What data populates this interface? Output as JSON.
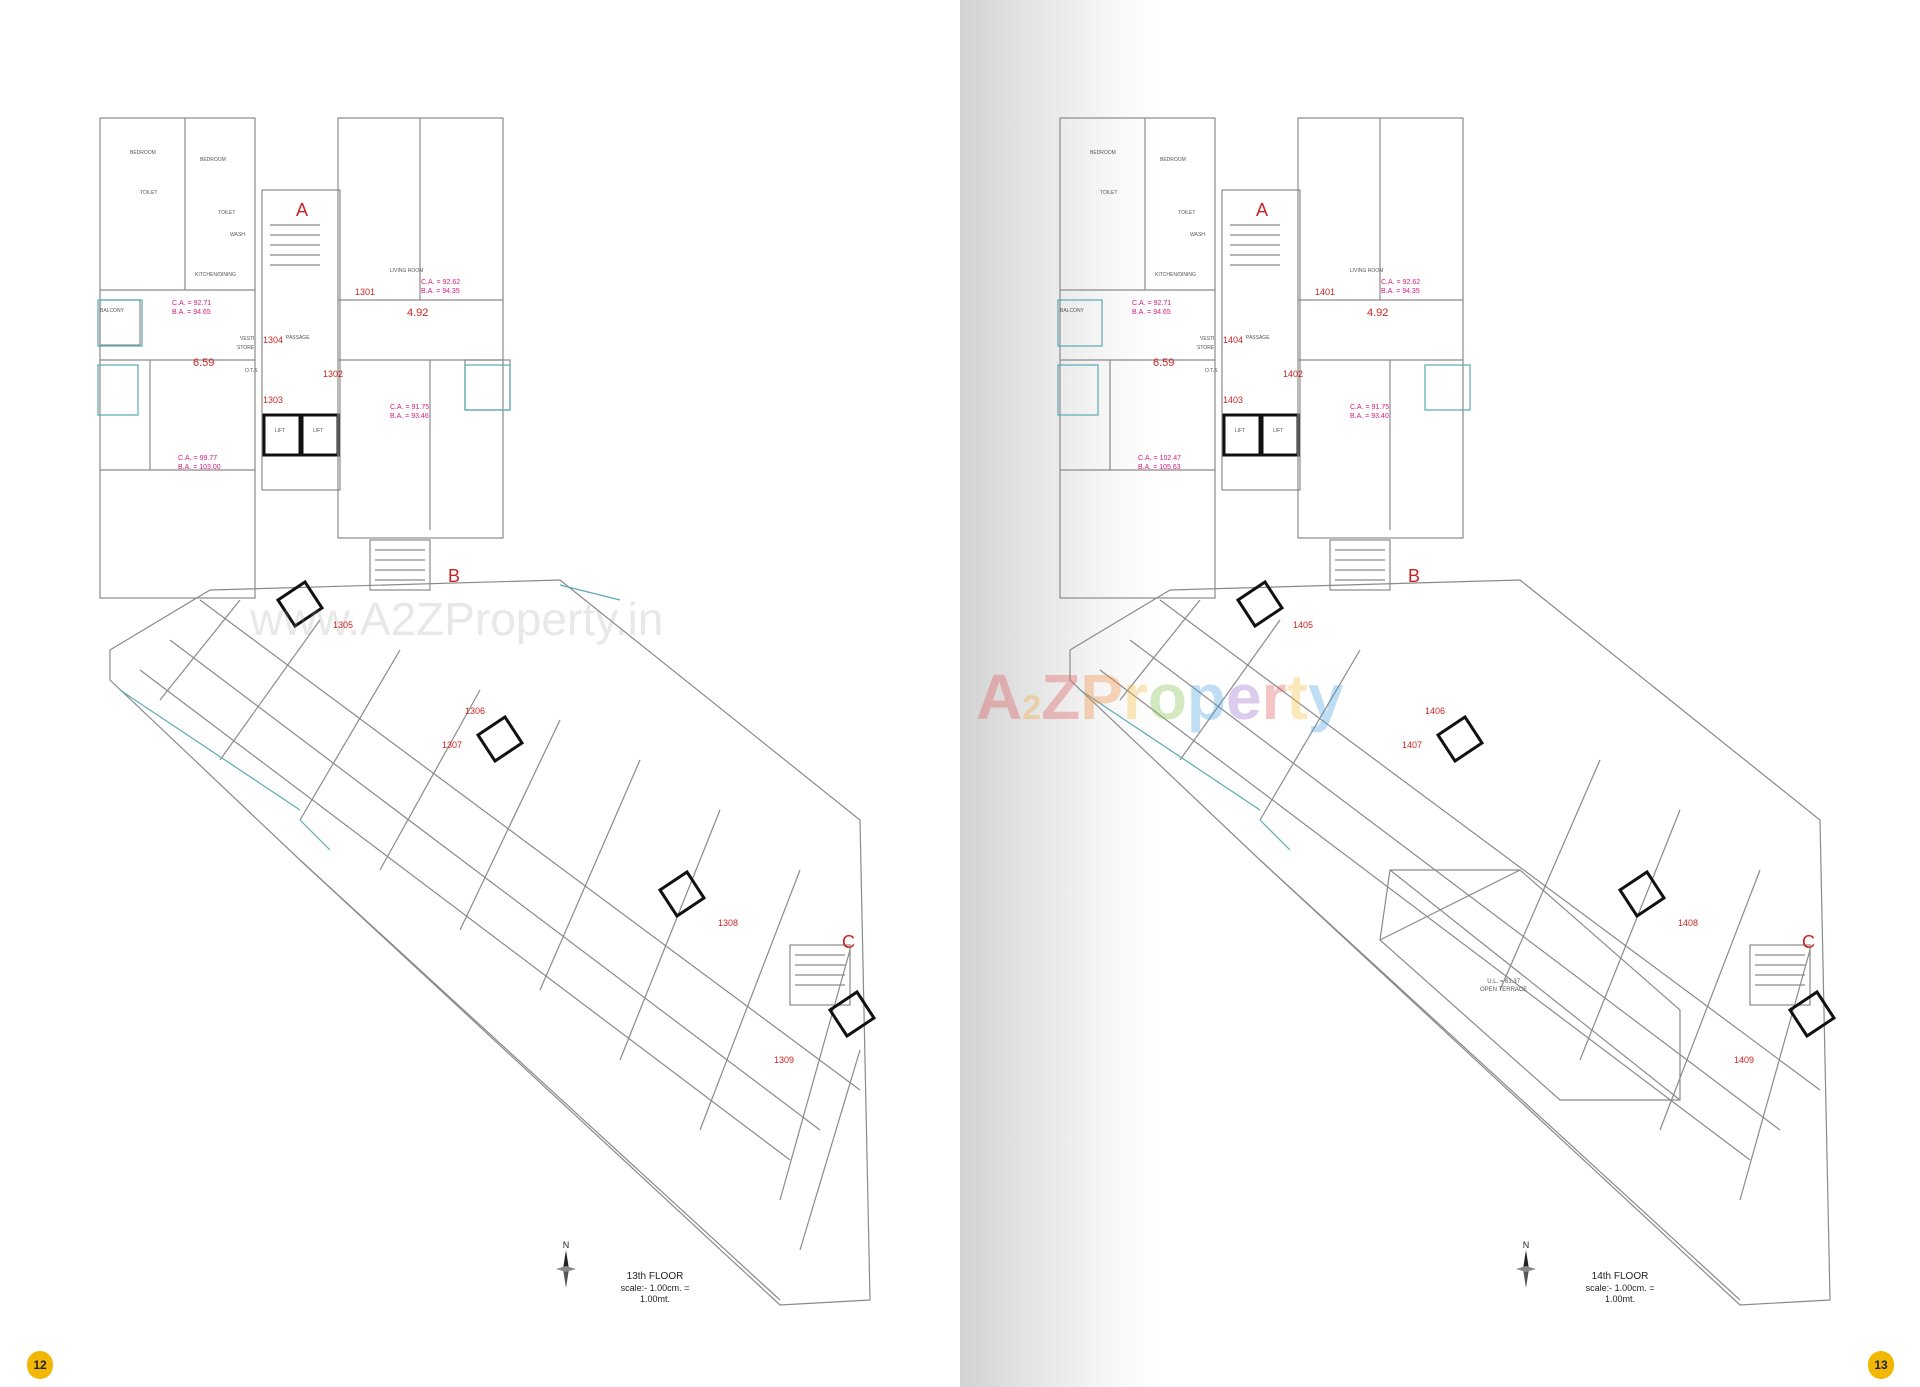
{
  "watermark": {
    "url": "www.A2ZProperty.in",
    "logo": [
      "A",
      "2",
      "Z",
      " ",
      "P",
      "r",
      "o",
      "p",
      "e",
      "r",
      "t",
      "y"
    ]
  },
  "logo_colors": [
    "#e05555",
    "#f4a53a",
    "#e05555",
    "#ffffff",
    "#f08a3a",
    "#f6c23e",
    "#7fc24e",
    "#4aa3df",
    "#9b6fd1",
    "#e05555",
    "#f6c23e",
    "#4aa3df"
  ],
  "accent_red": "#cc2222",
  "accent_pink": "#d81b7a",
  "page_number_color": "#f2b705",
  "left": {
    "page_number": "12",
    "floor_label": "13th FLOOR",
    "scale_label": "scale:- 1.00cm. = 1.00mt.",
    "north": "N",
    "wings": [
      "A",
      "B",
      "C"
    ],
    "flat_numbers": [
      "1301",
      "1302",
      "1303",
      "1304",
      "1305",
      "1306",
      "1307",
      "1308",
      "1309"
    ],
    "levels": [
      "4.92",
      "6.59"
    ],
    "areas": [
      {
        "ca": "C.A. = 92.71",
        "ba": "B.A. = 94.65"
      },
      {
        "ca": "C.A. = 92.62",
        "ba": "B.A. = 94.35"
      },
      {
        "ca": "C.A. = 91.75",
        "ba": "B.A. = 93.46"
      },
      {
        "ca": "C.A. = 99.77",
        "ba": "B.A. = 103.00"
      }
    ]
  },
  "right": {
    "page_number": "13",
    "floor_label": "14th FLOOR",
    "scale_label": "scale:- 1.00cm. = 1.00mt.",
    "north": "N",
    "wings": [
      "A",
      "B",
      "C"
    ],
    "flat_numbers": [
      "1401",
      "1402",
      "1403",
      "1404",
      "1405",
      "1406",
      "1407",
      "1408",
      "1409"
    ],
    "levels": [
      "4.92",
      "6.59"
    ],
    "areas": [
      {
        "ca": "C.A. = 92.71",
        "ba": "B.A. = 94.65"
      },
      {
        "ca": "C.A. = 92.62",
        "ba": "B.A. = 94.35"
      },
      {
        "ca": "C.A. = 91.75",
        "ba": "B.A. = 93.40"
      },
      {
        "ca": "C.A. = 102.47",
        "ba": "B.A. = 105.63"
      }
    ],
    "terrace": [
      "U.L. = 61.37",
      "OPEN TERRACE"
    ]
  },
  "room_labels": [
    "BEDROOM",
    "BEDROOM",
    "TOILET",
    "TOILET",
    "WASH",
    "KITCHEN/DINING",
    "LIVING ROOM",
    "BALCONY",
    "PASSAGE",
    "LIFT",
    "LIFT",
    "STORE",
    "VESTI",
    "O.T.S"
  ]
}
